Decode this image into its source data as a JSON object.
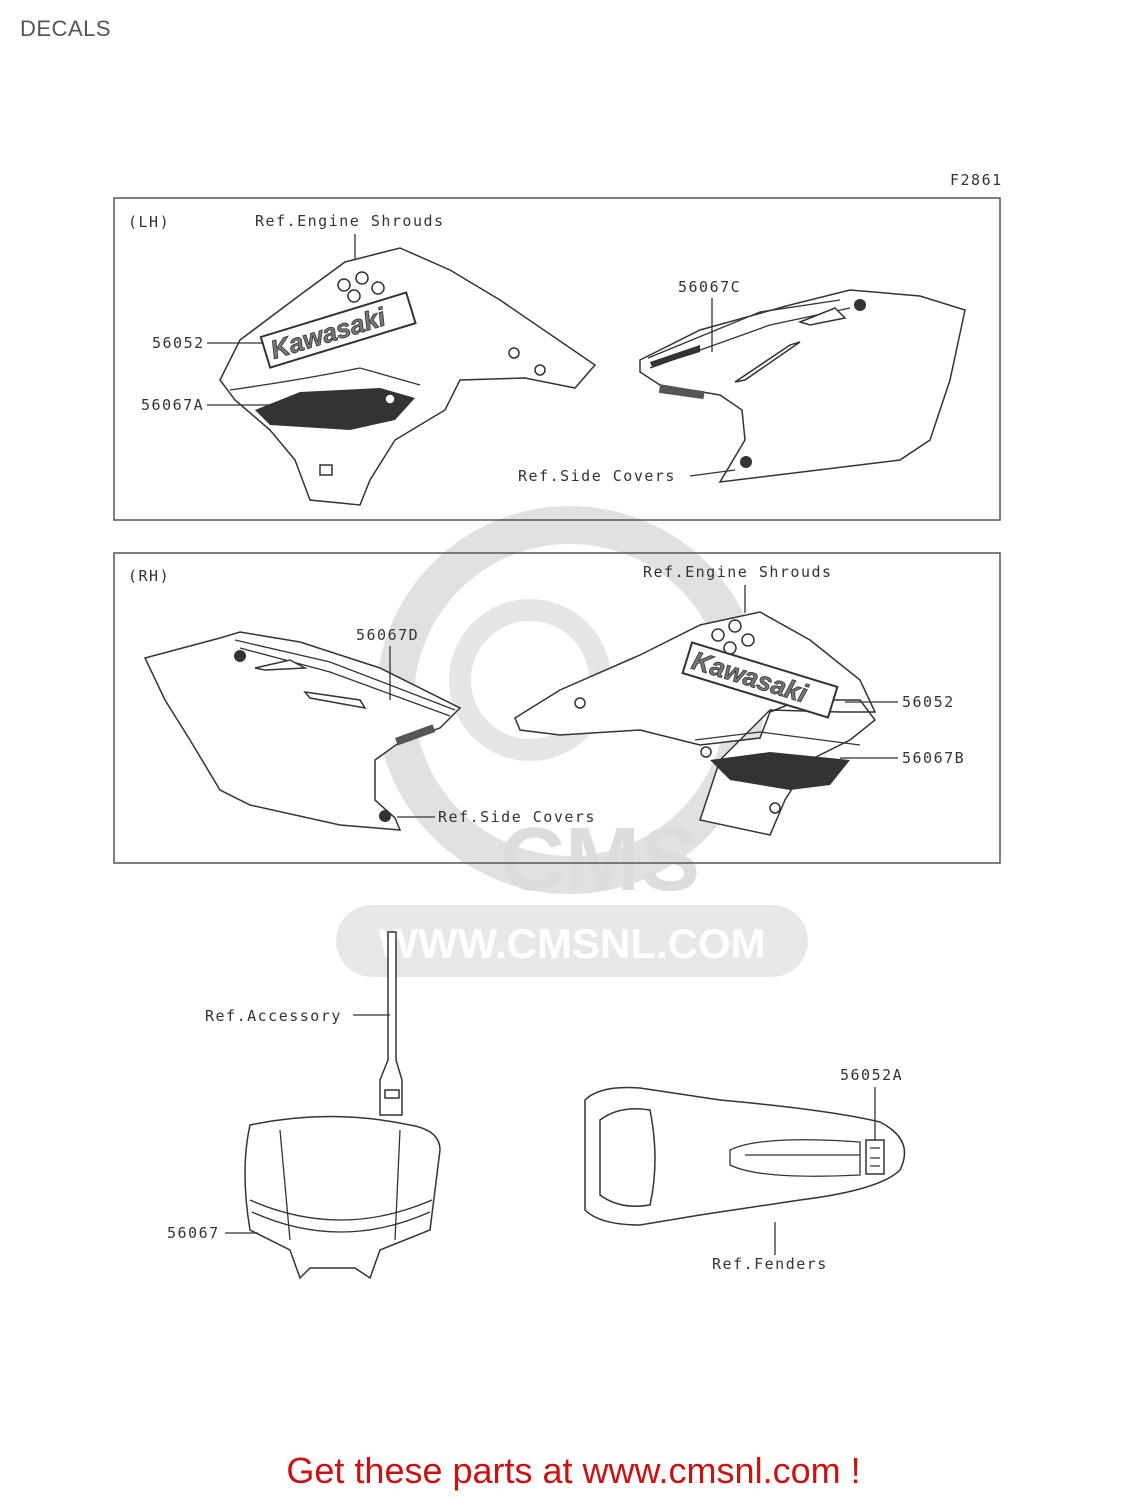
{
  "page": {
    "title": "DECALS"
  },
  "figure": {
    "code": "F2861"
  },
  "panels": {
    "lh": {
      "tag": "(LH)",
      "ref_engine_shrouds": "Ref.Engine Shrouds",
      "ref_side_covers": "Ref.Side Covers",
      "part_shroud_decal": "56052",
      "part_shroud_lower": "56067A",
      "part_side_cover": "56067C",
      "logo_text": "Kawasaki"
    },
    "rh": {
      "tag": "(RH)",
      "ref_engine_shrouds": "Ref.Engine Shrouds",
      "ref_side_covers": "Ref.Side Covers",
      "part_shroud_decal": "56052",
      "part_shroud_lower": "56067B",
      "part_side_cover": "56067D",
      "logo_text": "Kawasaki"
    }
  },
  "bottom": {
    "ref_accessory": "Ref.Accessory",
    "part_number_plate": "56067",
    "part_fender_decal": "56052A",
    "ref_fenders": "Ref.Fenders"
  },
  "watermark": {
    "text": "WWW.CMSNL.COM",
    "logo": "CMS"
  },
  "cta": {
    "text": "Get these parts at www.cmsnl.com !",
    "color": "#cc1111"
  }
}
